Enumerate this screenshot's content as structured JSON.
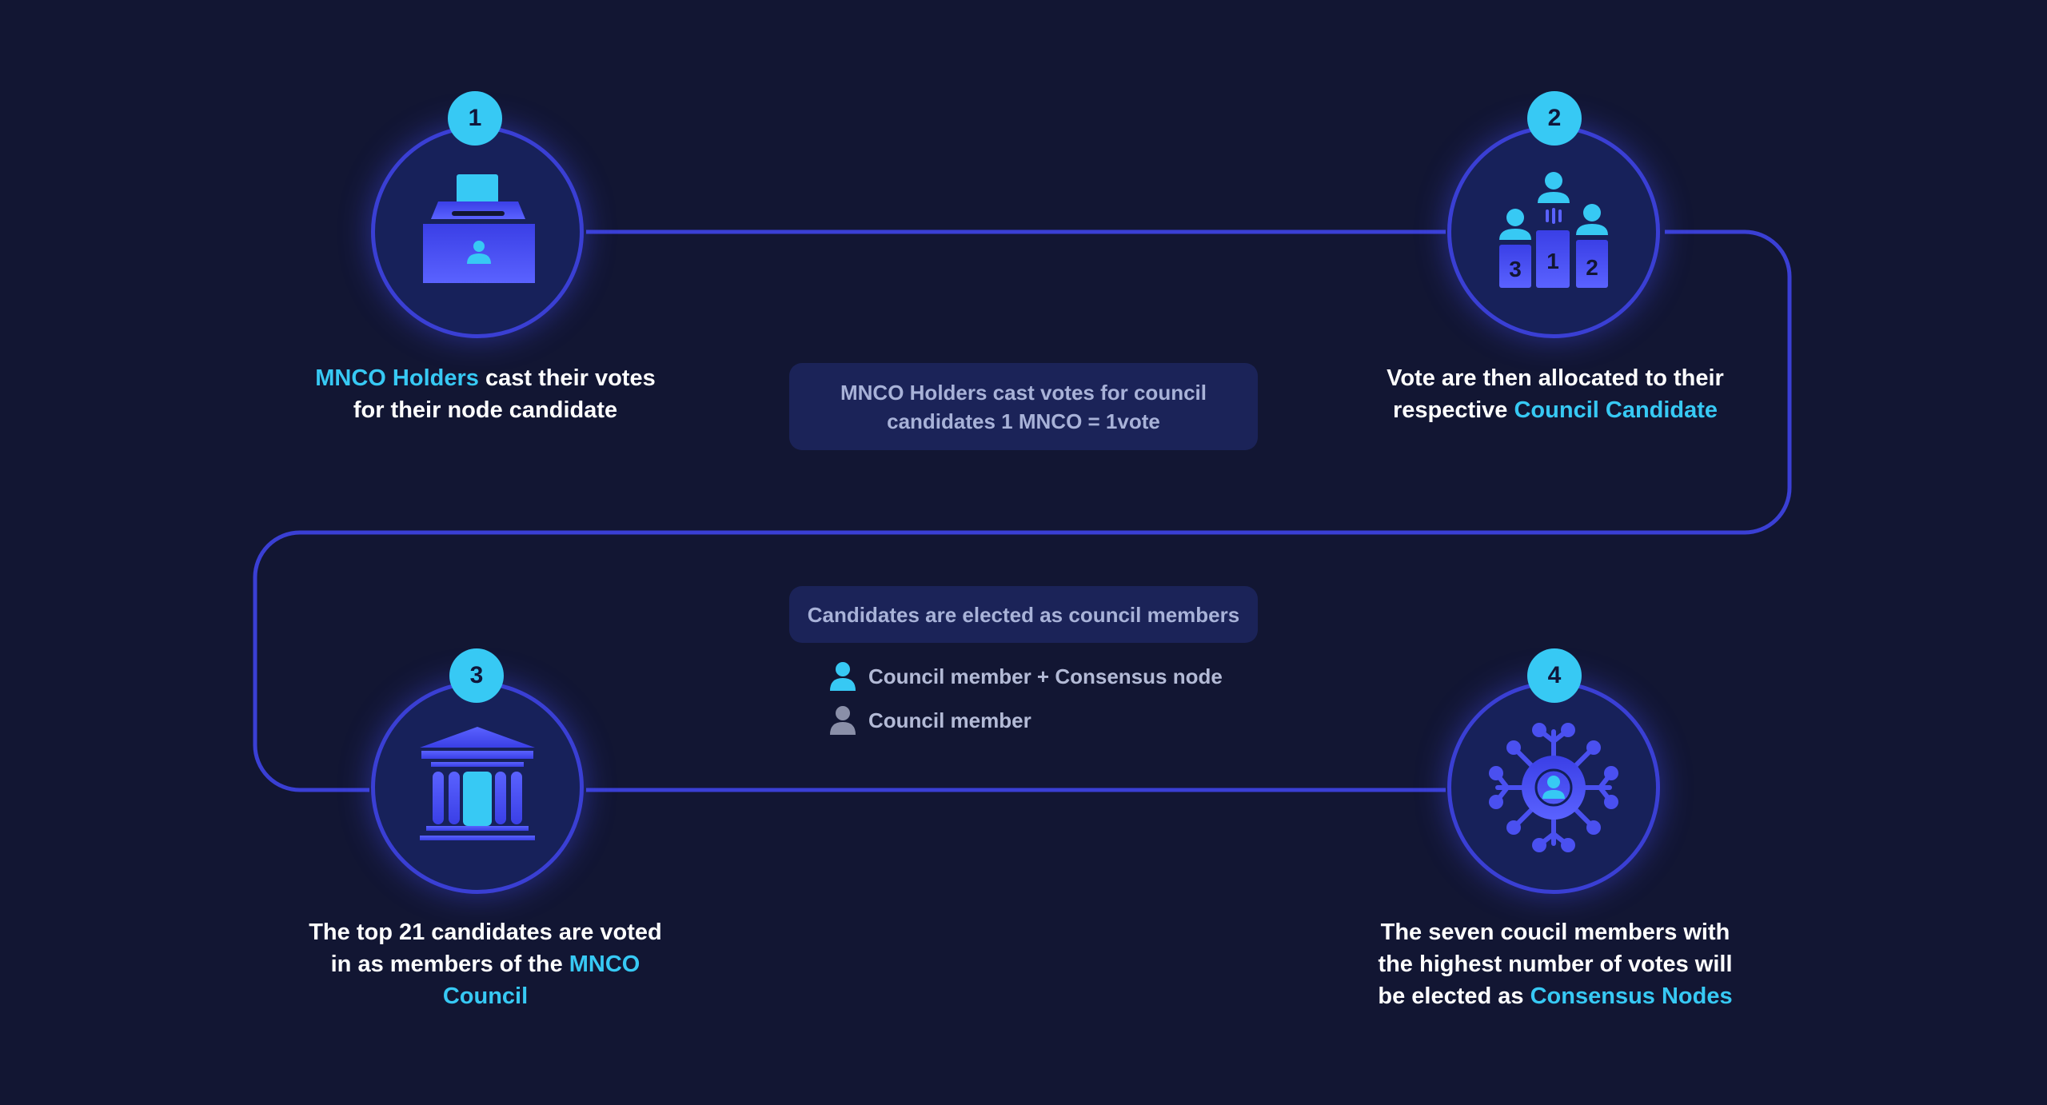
{
  "colors": {
    "background": "#121633",
    "connector": "#3a3fd4",
    "accent": "#37c9f4",
    "node_fill": "#17215a",
    "panel": "#1b2358",
    "icon_gradient_start": "#3a3fe6",
    "icon_gradient_end": "#5a62ff",
    "muted": "#8a8fa8"
  },
  "steps": [
    {
      "number": "1",
      "icon": "ballot-box-icon",
      "caption": {
        "hl1": "MNCO Holders",
        "line1_rest": " cast their votes",
        "line2": "for their node candidate"
      }
    },
    {
      "number": "2",
      "icon": "podium-candidates-icon",
      "caption": {
        "line1": "Vote are then allocated to their",
        "line2_pre": "respective ",
        "hl": "Council Candidate"
      }
    },
    {
      "number": "3",
      "icon": "council-building-icon",
      "caption": {
        "line1": "The top 21 candidates are voted",
        "line2_pre": "in as members of the ",
        "hl1": "MNCO",
        "hl2": "Council"
      }
    },
    {
      "number": "4",
      "icon": "network-node-icon",
      "caption": {
        "line1": "The seven coucil members with",
        "line2": "the highest number of votes will",
        "line3_pre": "be elected as ",
        "hl": "Consensus Nodes"
      }
    }
  ],
  "podium_numbers": [
    "3",
    "1",
    "2"
  ],
  "info_box_top": {
    "line1": "MNCO Holders cast votes for council",
    "line2": "candidates 1 MNCO = 1vote"
  },
  "info_box_middle": "Candidates are elected as council members",
  "legend": [
    {
      "icon": "person-icon-cyan",
      "color": "#37c9f4",
      "label": "Council member + Consensus node"
    },
    {
      "icon": "person-icon-gray",
      "color": "#8a8fa8",
      "label": "Council member"
    }
  ]
}
